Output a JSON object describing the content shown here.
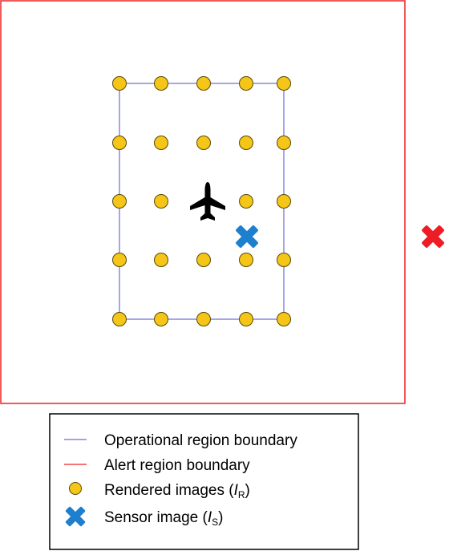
{
  "colors": {
    "operational_boundary": "#6a6ad6",
    "alert_boundary": "#ee2222",
    "rendered_fill": "#f5c518",
    "rendered_stroke": "#5a4a00",
    "sensor_blue": "#1f7fcf",
    "outside_red": "#ee1c24",
    "aircraft": "#000000"
  },
  "icons": {
    "aircraft": "airplane-icon",
    "rendered": "circle-marker",
    "sensor": "x-cross-marker",
    "outside": "x-cross-marker"
  },
  "legend": {
    "operational_label": "Operational region boundary",
    "alert_label": "Alert region boundary",
    "rendered_label_prefix": "Rendered images (",
    "rendered_symbol": "I",
    "rendered_sub": "R",
    "rendered_label_suffix": ")",
    "sensor_label_prefix": "Sensor image (",
    "sensor_symbol": "I",
    "sensor_sub": "S",
    "sensor_label_suffix": ")"
  }
}
